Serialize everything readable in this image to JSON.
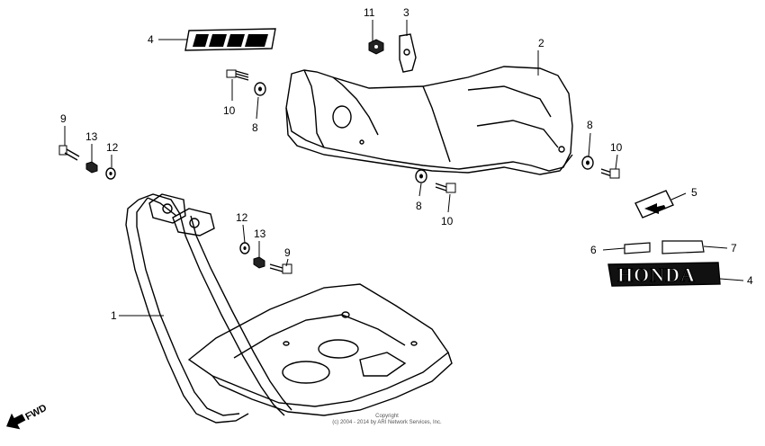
{
  "callouts": [
    "1",
    "2",
    "3",
    "4",
    "4",
    "5",
    "6",
    "7",
    "8",
    "8",
    "8",
    "9",
    "9",
    "10",
    "10",
    "10",
    "11",
    "12",
    "12",
    "13",
    "13"
  ],
  "emblem": {
    "honda_text": "HONDA"
  },
  "direction": {
    "label": "FWD"
  },
  "copyright": {
    "line1": "Copyright",
    "line2": "(c) 2004 - 2014 by ARI Network Services, Inc."
  },
  "colors": {
    "ink": "#000000",
    "paper": "#ffffff"
  }
}
